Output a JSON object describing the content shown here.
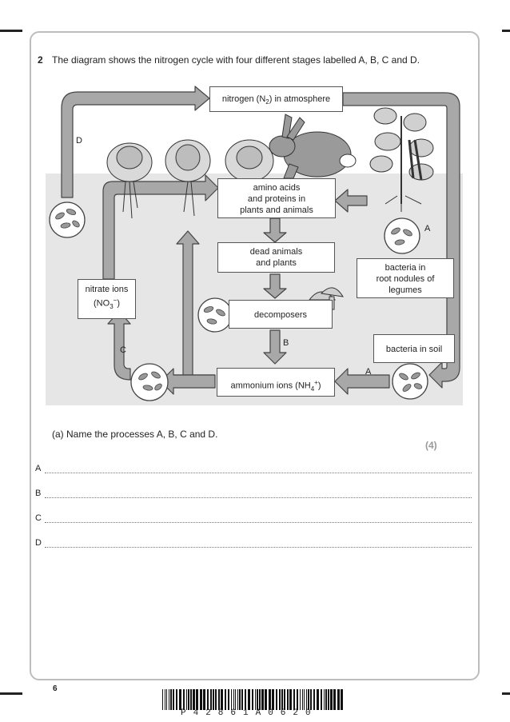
{
  "question": {
    "number": "2",
    "stem": "The diagram shows the nitrogen cycle with four different stages labelled A, B, C and D."
  },
  "diagram": {
    "atmosphere": [
      "nitrogen (N",
      "2",
      ") in atmosphere"
    ],
    "amino_acids": [
      "amino acids",
      "and proteins in",
      "plants and animals"
    ],
    "dead": [
      "dead animals",
      "and plants"
    ],
    "decomposers": "decomposers",
    "bacteria_nodules": [
      "bacteria in",
      "root nodules of",
      "legumes"
    ],
    "bacteria_soil": "bacteria in soil",
    "ammonium": [
      "ammonium ions (NH",
      "4",
      "+",
      ")"
    ],
    "nitrate": [
      "nitrate ions",
      "(NO",
      "3",
      "−",
      ")"
    ],
    "labels": {
      "a1": "A",
      "a2": "A",
      "b": "B",
      "c": "C",
      "d": "D"
    }
  },
  "part_a": {
    "prompt": "(a)  Name the processes A, B, C and D.",
    "marks": "(4)",
    "answer_labels": [
      "A",
      "B",
      "C",
      "D"
    ]
  },
  "footer": {
    "page_number": "6",
    "barcode_text": "P42861A0620"
  }
}
